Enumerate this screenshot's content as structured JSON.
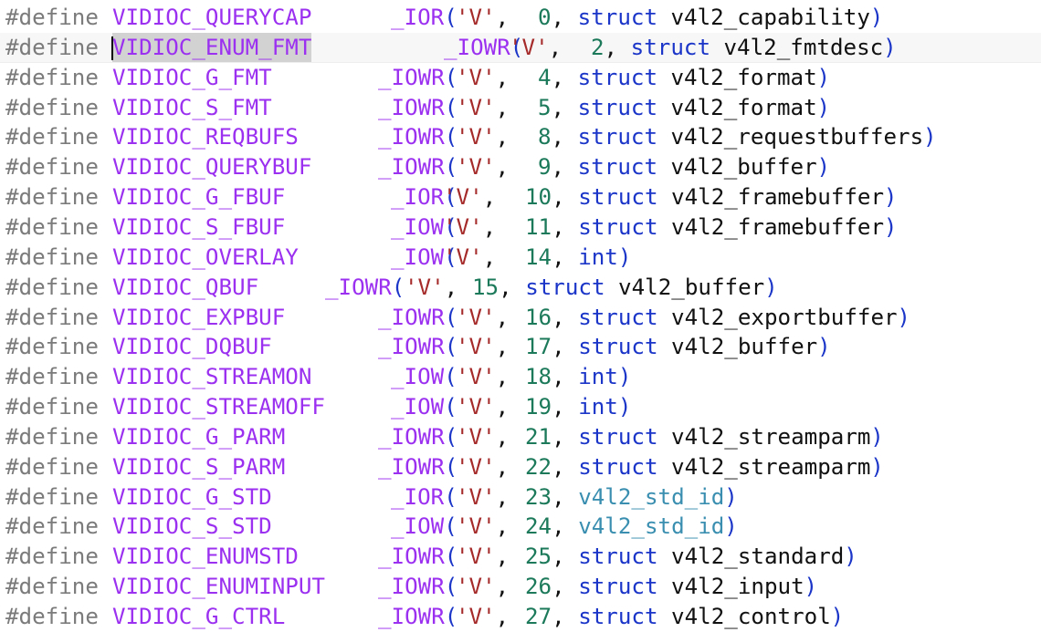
{
  "editor": {
    "lines": [
      {
        "define": "#define",
        "name": "VIDIOC_QUERYCAP",
        "fn": "_IOR",
        "lit": "'V'",
        "num": "0",
        "type": "struct",
        "arg": "v4l2_capability"
      },
      {
        "define": "#define",
        "name": "VIDIOC_ENUM_FMT",
        "fn": "_IOWR",
        "lit": "'V'",
        "num": "2",
        "type": "struct",
        "arg": "v4l2_fmtdesc"
      },
      {
        "define": "#define",
        "name": "VIDIOC_G_FMT",
        "fn": "_IOWR",
        "lit": "'V'",
        "num": "4",
        "type": "struct",
        "arg": "v4l2_format"
      },
      {
        "define": "#define",
        "name": "VIDIOC_S_FMT",
        "fn": "_IOWR",
        "lit": "'V'",
        "num": "5",
        "type": "struct",
        "arg": "v4l2_format"
      },
      {
        "define": "#define",
        "name": "VIDIOC_REQBUFS",
        "fn": "_IOWR",
        "lit": "'V'",
        "num": "8",
        "type": "struct",
        "arg": "v4l2_requestbuffers"
      },
      {
        "define": "#define",
        "name": "VIDIOC_QUERYBUF",
        "fn": "_IOWR",
        "lit": "'V'",
        "num": "9",
        "type": "struct",
        "arg": "v4l2_buffer"
      },
      {
        "define": "#define",
        "name": "VIDIOC_G_FBUF",
        "fn": "_IOR",
        "lit": "'V'",
        "num": "10",
        "type": "struct",
        "arg": "v4l2_framebuffer"
      },
      {
        "define": "#define",
        "name": "VIDIOC_S_FBUF",
        "fn": "_IOW",
        "lit": "'V'",
        "num": "11",
        "type": "struct",
        "arg": "v4l2_framebuffer"
      },
      {
        "define": "#define",
        "name": "VIDIOC_OVERLAY",
        "fn": "_IOW",
        "lit": "'V'",
        "num": "14",
        "type": "int",
        "arg": ""
      },
      {
        "define": "#define",
        "name": "VIDIOC_QBUF",
        "fn": "_IOWR",
        "lit": "'V'",
        "num": "15",
        "type": "struct",
        "arg": "v4l2_buffer"
      },
      {
        "define": "#define",
        "name": "VIDIOC_EXPBUF",
        "fn": "_IOWR",
        "lit": "'V'",
        "num": "16",
        "type": "struct",
        "arg": "v4l2_exportbuffer"
      },
      {
        "define": "#define",
        "name": "VIDIOC_DQBUF",
        "fn": "_IOWR",
        "lit": "'V'",
        "num": "17",
        "type": "struct",
        "arg": "v4l2_buffer"
      },
      {
        "define": "#define",
        "name": "VIDIOC_STREAMON",
        "fn": "_IOW",
        "lit": "'V'",
        "num": "18",
        "type": "int",
        "arg": ""
      },
      {
        "define": "#define",
        "name": "VIDIOC_STREAMOFF",
        "fn": "_IOW",
        "lit": "'V'",
        "num": "19",
        "type": "int",
        "arg": ""
      },
      {
        "define": "#define",
        "name": "VIDIOC_G_PARM",
        "fn": "_IOWR",
        "lit": "'V'",
        "num": "21",
        "type": "struct",
        "arg": "v4l2_streamparm"
      },
      {
        "define": "#define",
        "name": "VIDIOC_S_PARM",
        "fn": "_IOWR",
        "lit": "'V'",
        "num": "22",
        "type": "struct",
        "arg": "v4l2_streamparm"
      },
      {
        "define": "#define",
        "name": "VIDIOC_G_STD",
        "fn": "_IOR",
        "lit": "'V'",
        "num": "23",
        "type": "",
        "arg": "v4l2_std_id"
      },
      {
        "define": "#define",
        "name": "VIDIOC_S_STD",
        "fn": "_IOW",
        "lit": "'V'",
        "num": "24",
        "type": "",
        "arg": "v4l2_std_id"
      },
      {
        "define": "#define",
        "name": "VIDIOC_ENUMSTD",
        "fn": "_IOWR",
        "lit": "'V'",
        "num": "25",
        "type": "struct",
        "arg": "v4l2_standard"
      },
      {
        "define": "#define",
        "name": "VIDIOC_ENUMINPUT",
        "fn": "_IOWR",
        "lit": "'V'",
        "num": "26",
        "type": "struct",
        "arg": "v4l2_input"
      },
      {
        "define": "#define",
        "name": "VIDIOC_G_CTRL",
        "fn": "_IOWR",
        "lit": "'V'",
        "num": "27",
        "type": "struct",
        "arg": "v4l2_control"
      }
    ],
    "selected_line": 1,
    "colors": {
      "define": "#7b7b7b",
      "macro": "#9b30f0",
      "char_literal": "#a52a2a",
      "number": "#1c7a5a",
      "keyword": "#1a35c8",
      "typedef": "#3a8fb0",
      "selection": "#d2d2d2"
    }
  }
}
